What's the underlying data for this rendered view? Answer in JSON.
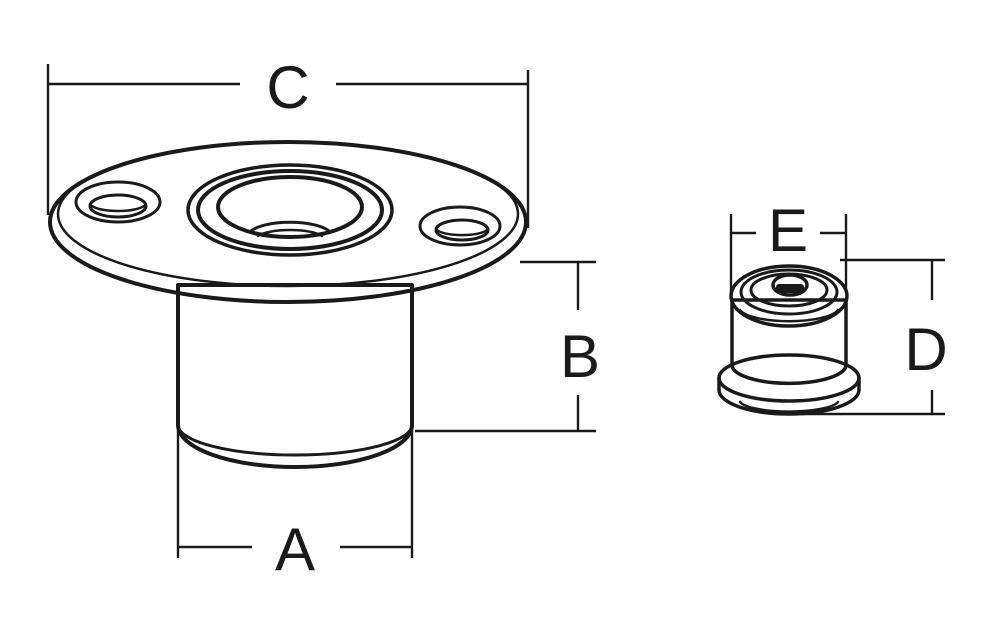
{
  "labels": {
    "a": "A",
    "b": "B",
    "c": "C",
    "d": "D",
    "e": "E"
  },
  "colors": {
    "ink": "#1a1a1a",
    "background": "#ffffff"
  }
}
